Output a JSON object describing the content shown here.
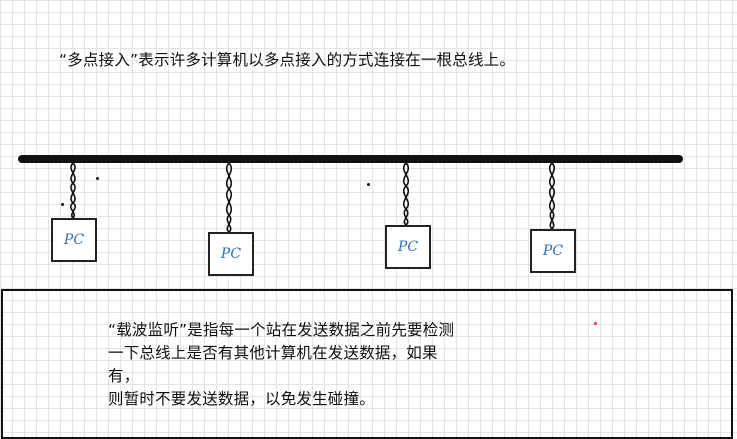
{
  "multipoint_caption": "“多点接入”表示许多计算机以多点接入的方式连接在一根总线上。",
  "pcs": [
    {
      "label": "PC"
    },
    {
      "label": "PC"
    },
    {
      "label": "PC"
    },
    {
      "label": "PC"
    }
  ],
  "carrier_sense_caption": {
    "lines": [
      "“载波监听”是指每一个站在发送数据之前先要检测",
      "一下总线上是否有其他计算机在发送数据，如果",
      "有，",
      "则暂时不要发送数据，以免发生碰撞。"
    ]
  },
  "colors": {
    "ink": "#111111",
    "pc_label": "#2f6fb5",
    "grid": "#e4e4e4",
    "red_dot": "#e03a3a"
  }
}
